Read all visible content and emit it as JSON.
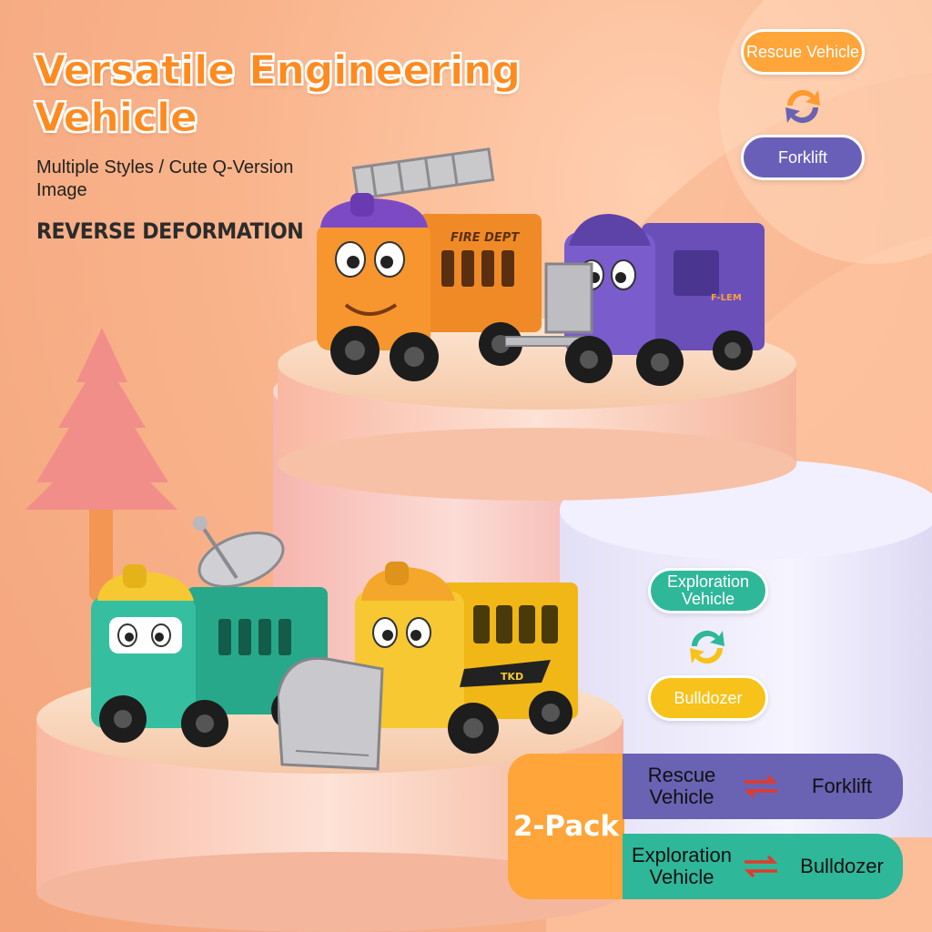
{
  "heading": {
    "title": "Versatile Engineering Vehicle",
    "subtitle": "Multiple Styles / Cute Q-Version Image",
    "tagline": "REVERSE DEFORMATION"
  },
  "pair_top": {
    "from": "Rescue Vehicle",
    "to": "Forklift",
    "from_color": "#ffa53a",
    "to_color": "#6a5fb8"
  },
  "pair_bottom": {
    "from": "Exploration Vehicle",
    "to": "Bulldozer",
    "from_color": "#2fb79a",
    "to_color": "#f7c21a"
  },
  "pack": {
    "label": "2-Pack",
    "rows": [
      {
        "from": "Rescue Vehicle",
        "to": "Forklift",
        "color": "#6a62b3"
      },
      {
        "from": "Exploration Vehicle",
        "to": "Bulldozer",
        "color": "#2fb79a"
      }
    ]
  },
  "vehicles": {
    "fire_truck_text": "FIRE DEPT",
    "purple_badge": "F-LEM",
    "yellow_badge": "TKD"
  },
  "colors": {
    "accent_orange": "#ff8a1f",
    "swap_arrow": "#e23a2a"
  }
}
